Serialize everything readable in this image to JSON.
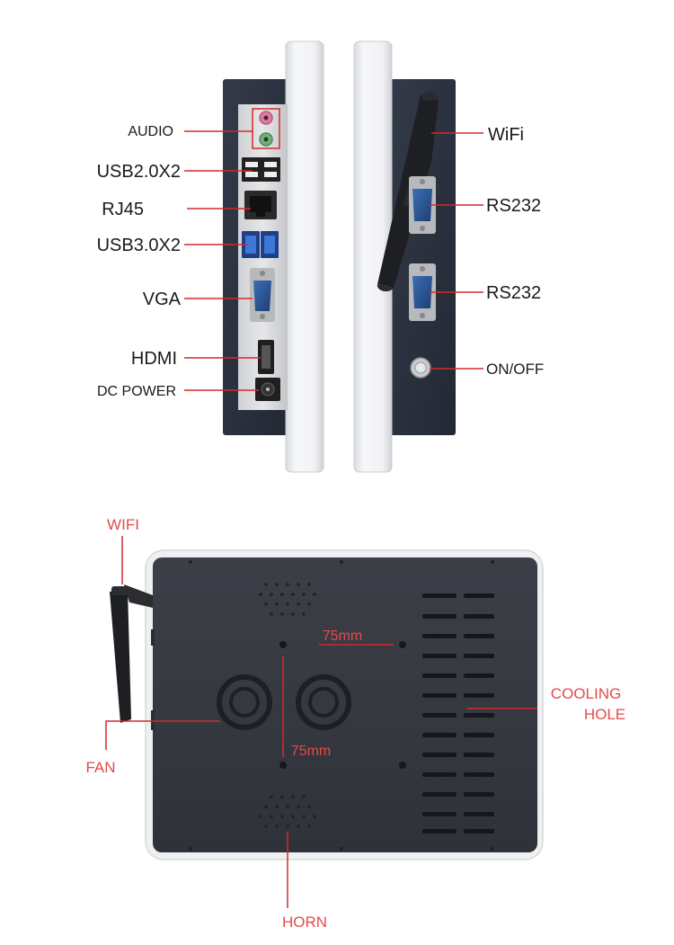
{
  "side_view": {
    "left_labels": {
      "audio": "AUDIO",
      "usb2": "USB2.0X2",
      "rj45": "RJ45",
      "usb3": "USB3.0X2",
      "vga": "VGA",
      "hdmi": "HDMI",
      "dc_power": "DC POWER"
    },
    "right_labels": {
      "wifi": "WiFi",
      "rs232_top": "RS232",
      "rs232_bottom": "RS232",
      "on_off": "ON/OFF"
    }
  },
  "back_view": {
    "labels": {
      "wifi": "WIFI",
      "fan": "FAN",
      "cooling_line1": "COOLING",
      "cooling_line2": "HOLE",
      "horn": "HORN",
      "vesa_horizontal": "75mm",
      "vesa_vertical": "75mm"
    }
  },
  "colors": {
    "leader_line": "#d42a2a",
    "label_red": "#e34a4a",
    "label_dark": "#1a1a1a",
    "panel_dark": "#2b3140",
    "bezel_silver": "#eef0f2"
  }
}
